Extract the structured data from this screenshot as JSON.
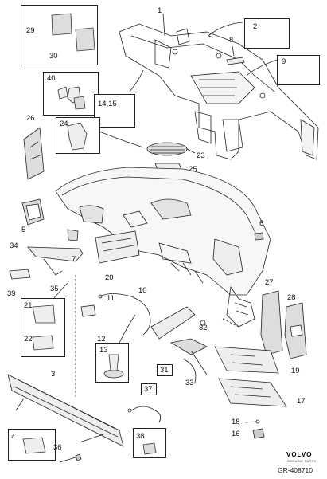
{
  "diagram": {
    "part_numbers": {
      "n1": "1",
      "n2": "2",
      "n3": "3",
      "n4": "4",
      "n5": "5",
      "n6": "6",
      "n7": "7",
      "n8": "8",
      "n9": "9",
      "n10": "10",
      "n11": "11",
      "n12": "12",
      "n13": "13",
      "n14_15": "14,15",
      "n16": "16",
      "n17": "17",
      "n18": "18",
      "n19": "19",
      "n20": "20",
      "n21": "21",
      "n22": "22",
      "n23": "23",
      "n24": "24",
      "n25": "25",
      "n26": "26",
      "n27": "27",
      "n28": "28",
      "n29": "29",
      "n30": "30",
      "n31": "31",
      "n32": "32",
      "n33": "33",
      "n34": "34",
      "n35": "35",
      "n36": "36",
      "n37": "37",
      "n38": "38",
      "n39": "39",
      "n40": "40"
    },
    "brand": "VOLVO",
    "brand_sub": "GENUINE PARTS",
    "reference": "GR-408710"
  }
}
